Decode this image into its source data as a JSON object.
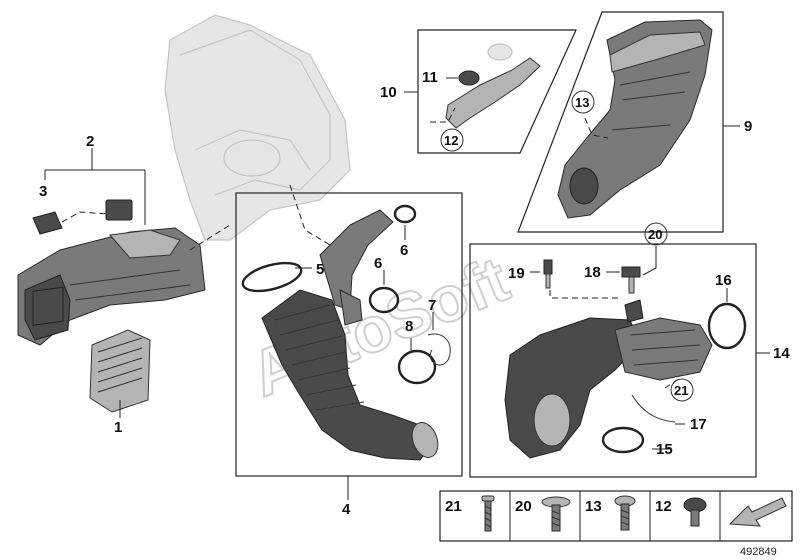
{
  "diagram": {
    "callouts": {
      "p1": "1",
      "p2": "2",
      "p3": "3",
      "p4": "4",
      "p5": "5",
      "p6a": "6",
      "p6b": "6",
      "p7": "7",
      "p8": "8",
      "p9": "9",
      "p10": "10",
      "p11": "11",
      "p12": "12",
      "p13": "13",
      "p14": "14",
      "p15": "15",
      "p16": "16",
      "p17": "17",
      "p18": "18",
      "p19": "19",
      "p20": "20",
      "p21": "21"
    },
    "hardware_legend": [
      {
        "number": "21",
        "part": "screw-long"
      },
      {
        "number": "20",
        "part": "screw-washer"
      },
      {
        "number": "13",
        "part": "screw-pan"
      },
      {
        "number": "12",
        "part": "screw-hex-flange"
      }
    ],
    "watermark": "AutoSoft",
    "reference_number": "492849",
    "colors": {
      "line": "#222222",
      "ghost": "#e6e6e6",
      "part": "#4a4a4a"
    },
    "icons": {
      "corner": "arrow-direction-icon"
    }
  }
}
